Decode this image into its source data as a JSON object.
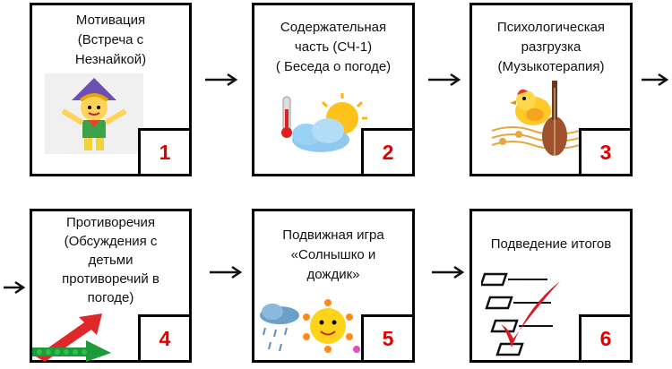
{
  "colors": {
    "border": "#000000",
    "number": "#e00000",
    "arrow": "#111111"
  },
  "steps": [
    {
      "title": "Мотивация\n(Встреча с\nНезнайкой)",
      "number": "1",
      "icon": "neznaika-cartoon-icon"
    },
    {
      "title": "Содержательная\nчасть (СЧ-1)\n( Беседа о погоде)",
      "number": "2",
      "icon": "weather-sun-cloud-icon"
    },
    {
      "title": "Психологическая\nразгрузка\n(Музыкотерапия)",
      "number": "3",
      "icon": "bird-cello-music-icon"
    },
    {
      "title": "Противоречия\n(Обсуждения с\nдетьми\nпротиворечий в\nпогоде)",
      "number": "4",
      "icon": "crossing-arrows-icon"
    },
    {
      "title": "Подвижная игра\n«Солнышко и\nдождик»",
      "number": "5",
      "icon": "sun-rain-cloud-icon"
    },
    {
      "title": "Подведение итогов",
      "number": "6",
      "icon": "checklist-checkmark-icon"
    }
  ]
}
